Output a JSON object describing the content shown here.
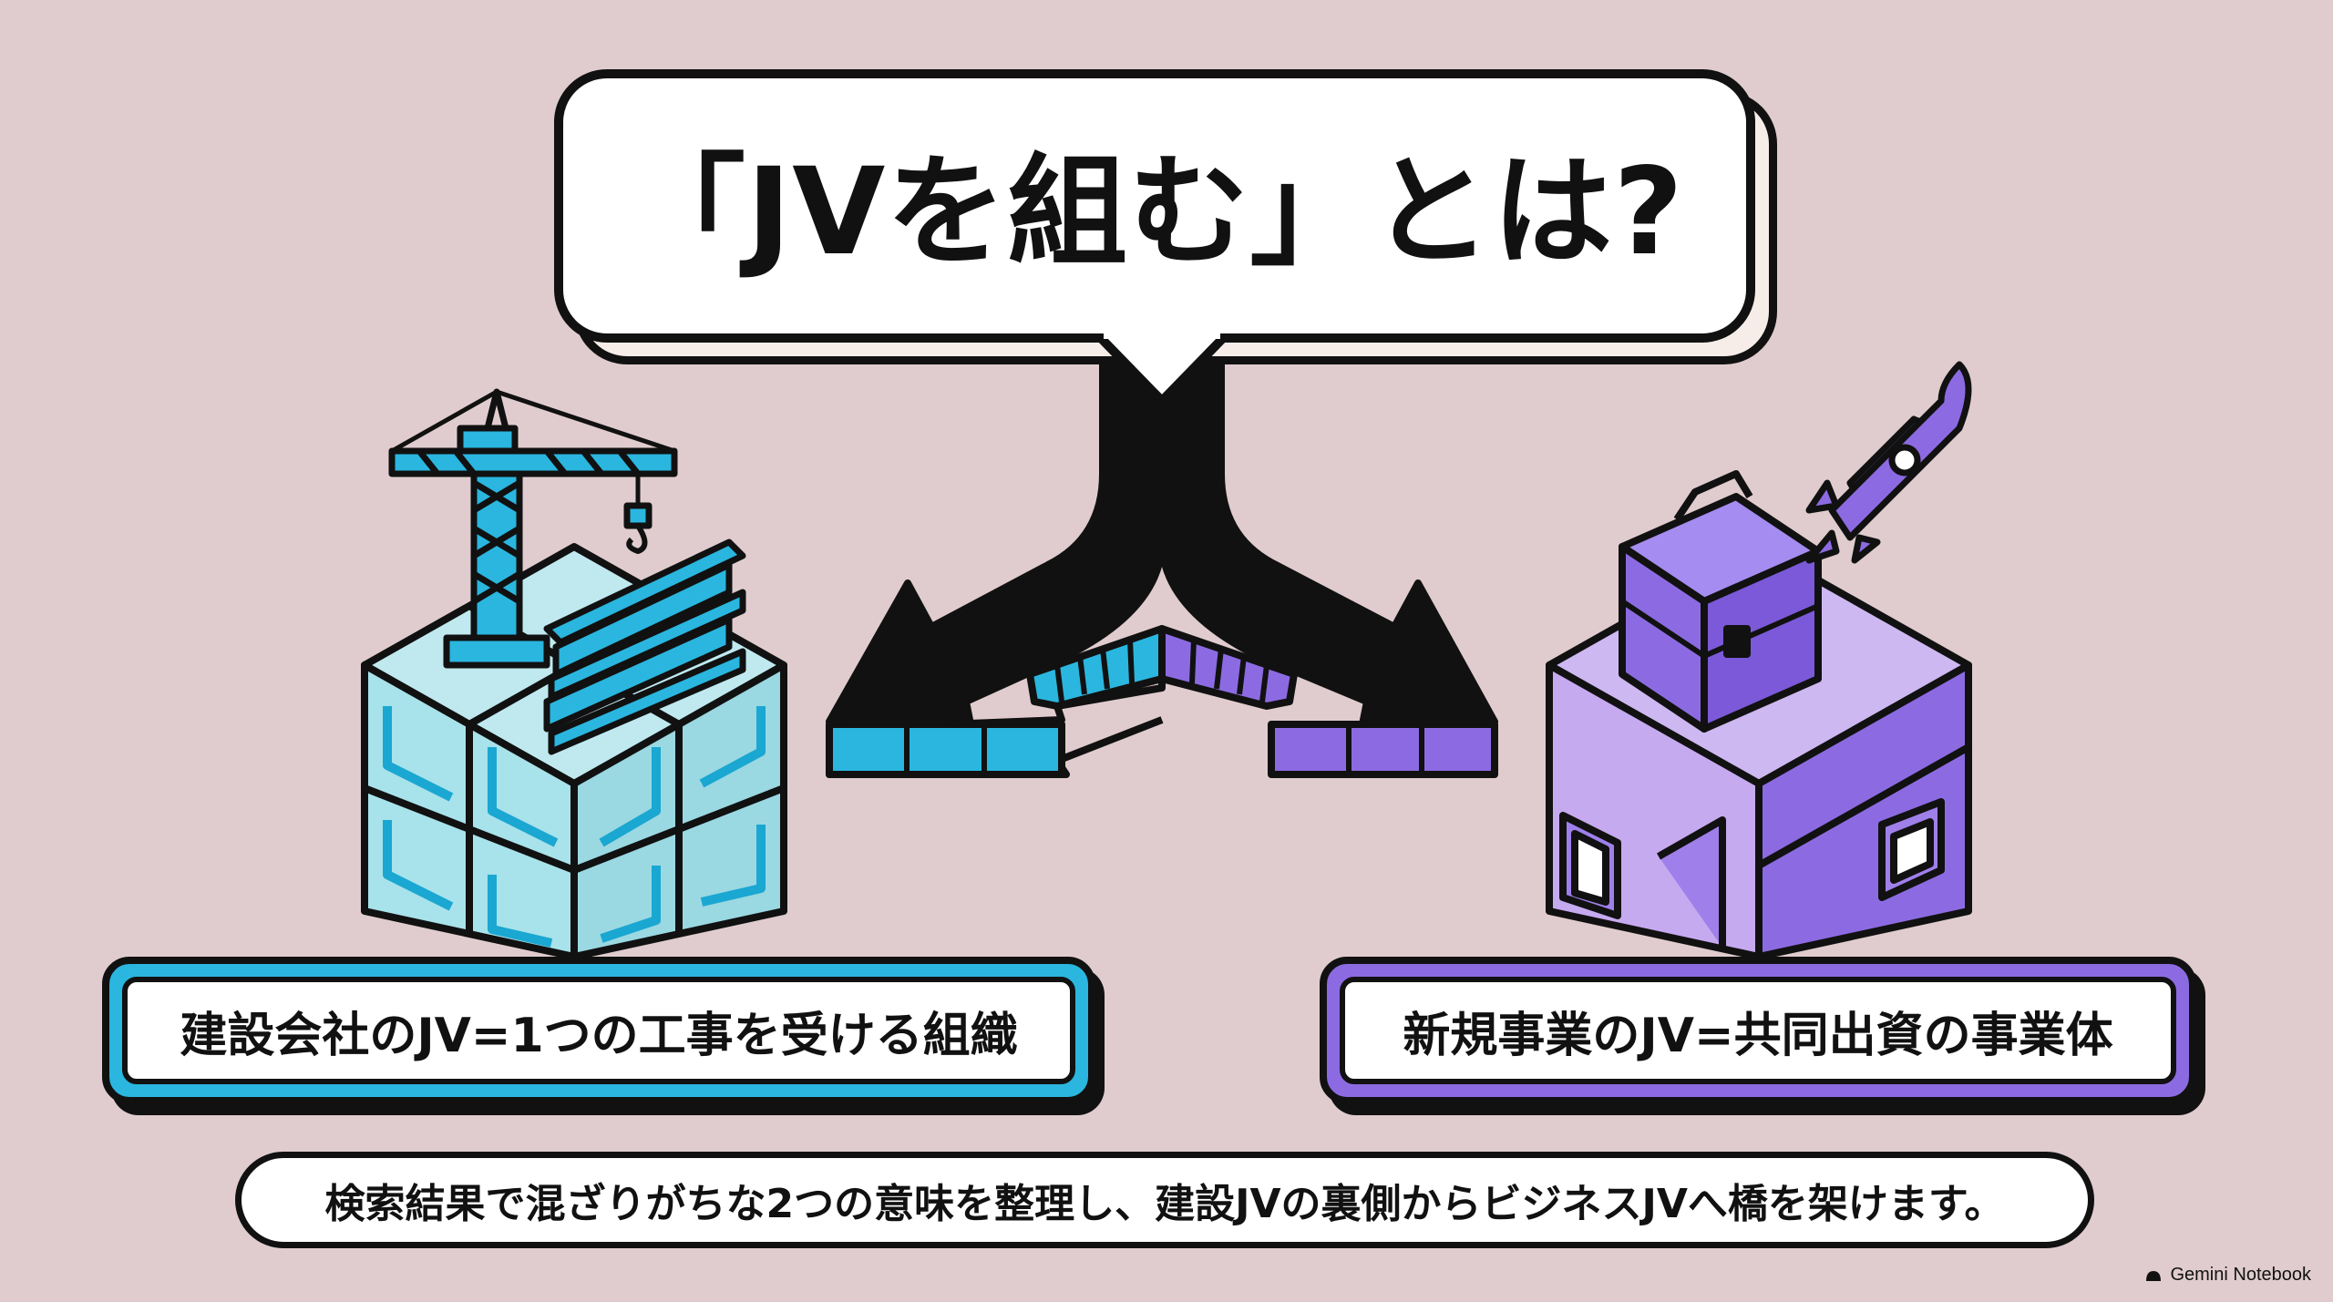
{
  "title": "「JVを組む」とは?",
  "left_label": "建設会社のJV=1つの工事を受ける組織",
  "right_label": "新規事業のJV=共同出資の事業体",
  "subtitle": "検索結果で混ざりがちな2つの意味を整理し、建設JVの裏側からビジネスJVへ橋を架けます。",
  "watermark": "Gemini Notebook",
  "colors": {
    "background": "#e0ccce",
    "cyan_accent": "#2ab6df",
    "purple_accent": "#8c6be2",
    "ink": "#111111"
  },
  "icons": [
    "crane-icon",
    "steel-beam-icon",
    "building-block-icon",
    "briefcase-icon",
    "rocket-icon",
    "split-arrow-icon"
  ]
}
